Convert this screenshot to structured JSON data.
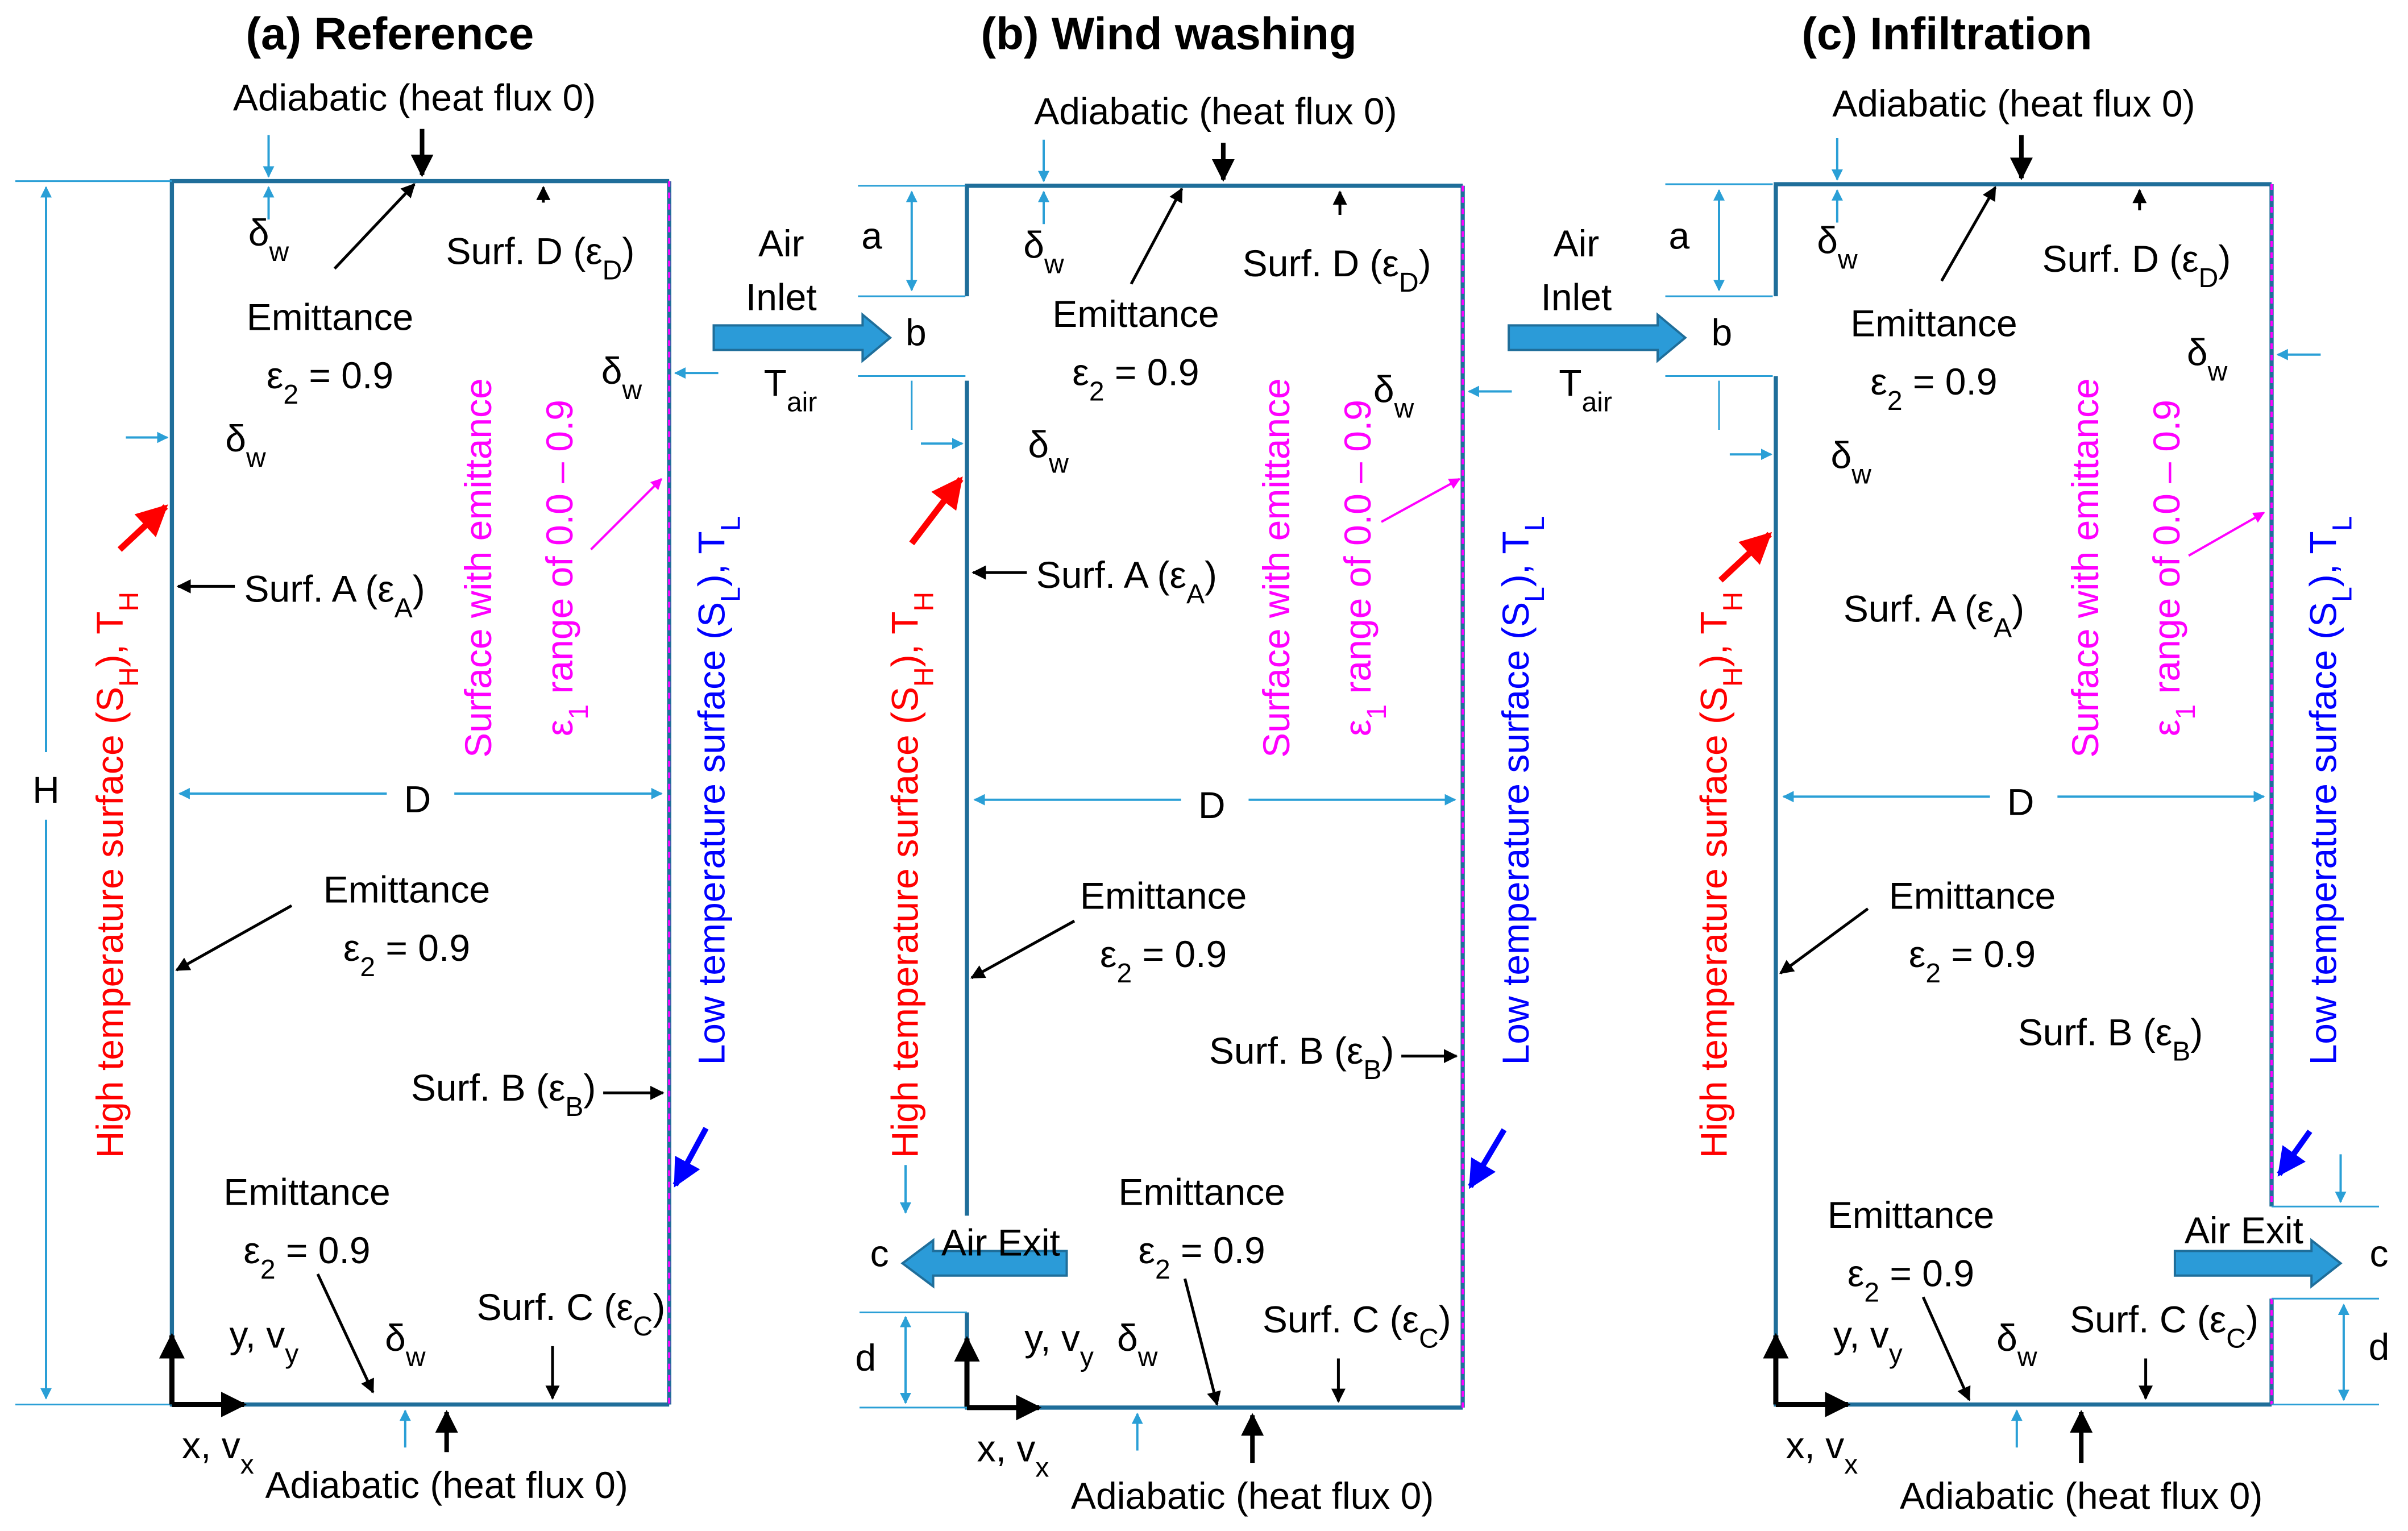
{
  "colors": {
    "wall": "#1f6e9a",
    "dim": "#2a9fd6",
    "black": "#000000",
    "hot": "#ff0000",
    "cold": "#0000ff",
    "emit": "#ff00ff",
    "arrow_fill": "#2b9bd8",
    "arrow_stroke": "#1f6e9a"
  },
  "panels": [
    {
      "id": "reference",
      "title": "(a) Reference",
      "adiabatic_top": "Adiabatic (heat flux 0)",
      "adiabatic_bottom": "Adiabatic (heat flux 0)",
      "emittance_label": "Emittance",
      "emittance_eq": "ε2 = 0.9",
      "surf_a": "Surf. A (εA)",
      "surf_b": "Surf. B (εB)",
      "surf_c": "Surf. C (εC)",
      "surf_d": "Surf. D (εD)",
      "delta_w": "δw",
      "width": "D",
      "height": "H",
      "hot_surface": "High temperature surface (SH), TH",
      "cold_surface": "Low temperature surface (SL), TL",
      "emit_line1": "Surface with emittance",
      "emit_line2": "ε1 range of 0.0 – 0.9",
      "axis_y": "y, vy",
      "axis_x": "x, vx"
    },
    {
      "id": "wind-washing",
      "title": "(b) Wind washing",
      "adiabatic_top": "Adiabatic (heat flux 0)",
      "adiabatic_bottom": "Adiabatic (heat flux 0)",
      "emittance_label": "Emittance",
      "emittance_eq": "ε2 = 0.9",
      "surf_a": "Surf. A (εA)",
      "surf_b": "Surf. B (εB)",
      "surf_c": "Surf. C (εC)",
      "surf_d": "Surf. D (εD)",
      "delta_w": "δw",
      "width": "D",
      "hot_surface": "High temperature surface (SH), TH",
      "cold_surface": "Low temperature surface (SL), TL",
      "emit_line1": "Surface with emittance",
      "emit_line2": "ε1 range of 0.0 – 0.9",
      "axis_y": "y, vy",
      "axis_x": "x, vx",
      "air_inlet_1": "Air",
      "air_inlet_2": "Inlet",
      "t_air": "Tair",
      "air_exit": "Air Exit",
      "a": "a",
      "b": "b",
      "c": "c",
      "d": "d"
    },
    {
      "id": "infiltration",
      "title": "(c) Infiltration",
      "adiabatic_top": "Adiabatic (heat flux 0)",
      "adiabatic_bottom": "Adiabatic (heat flux 0)",
      "emittance_label": "Emittance",
      "emittance_eq": "ε2 = 0.9",
      "surf_a": "Surf. A (εA)",
      "surf_b": "Surf. B (εB)",
      "surf_c": "Surf. C (εC)",
      "surf_d": "Surf. D (εD)",
      "delta_w": "δw",
      "width": "D",
      "hot_surface": "High temperature surface (SH), TH",
      "cold_surface": "Low temperature surface (SL), TL",
      "emit_line1": "Surface with emittance",
      "emit_line2": "ε1 range of 0.0 – 0.9",
      "axis_y": "y, vy",
      "axis_x": "x, vx",
      "air_inlet_1": "Air",
      "air_inlet_2": "Inlet",
      "t_air": "Tair",
      "air_exit": "Air Exit",
      "a": "a",
      "b": "b",
      "c": "c",
      "d": "d"
    }
  ]
}
